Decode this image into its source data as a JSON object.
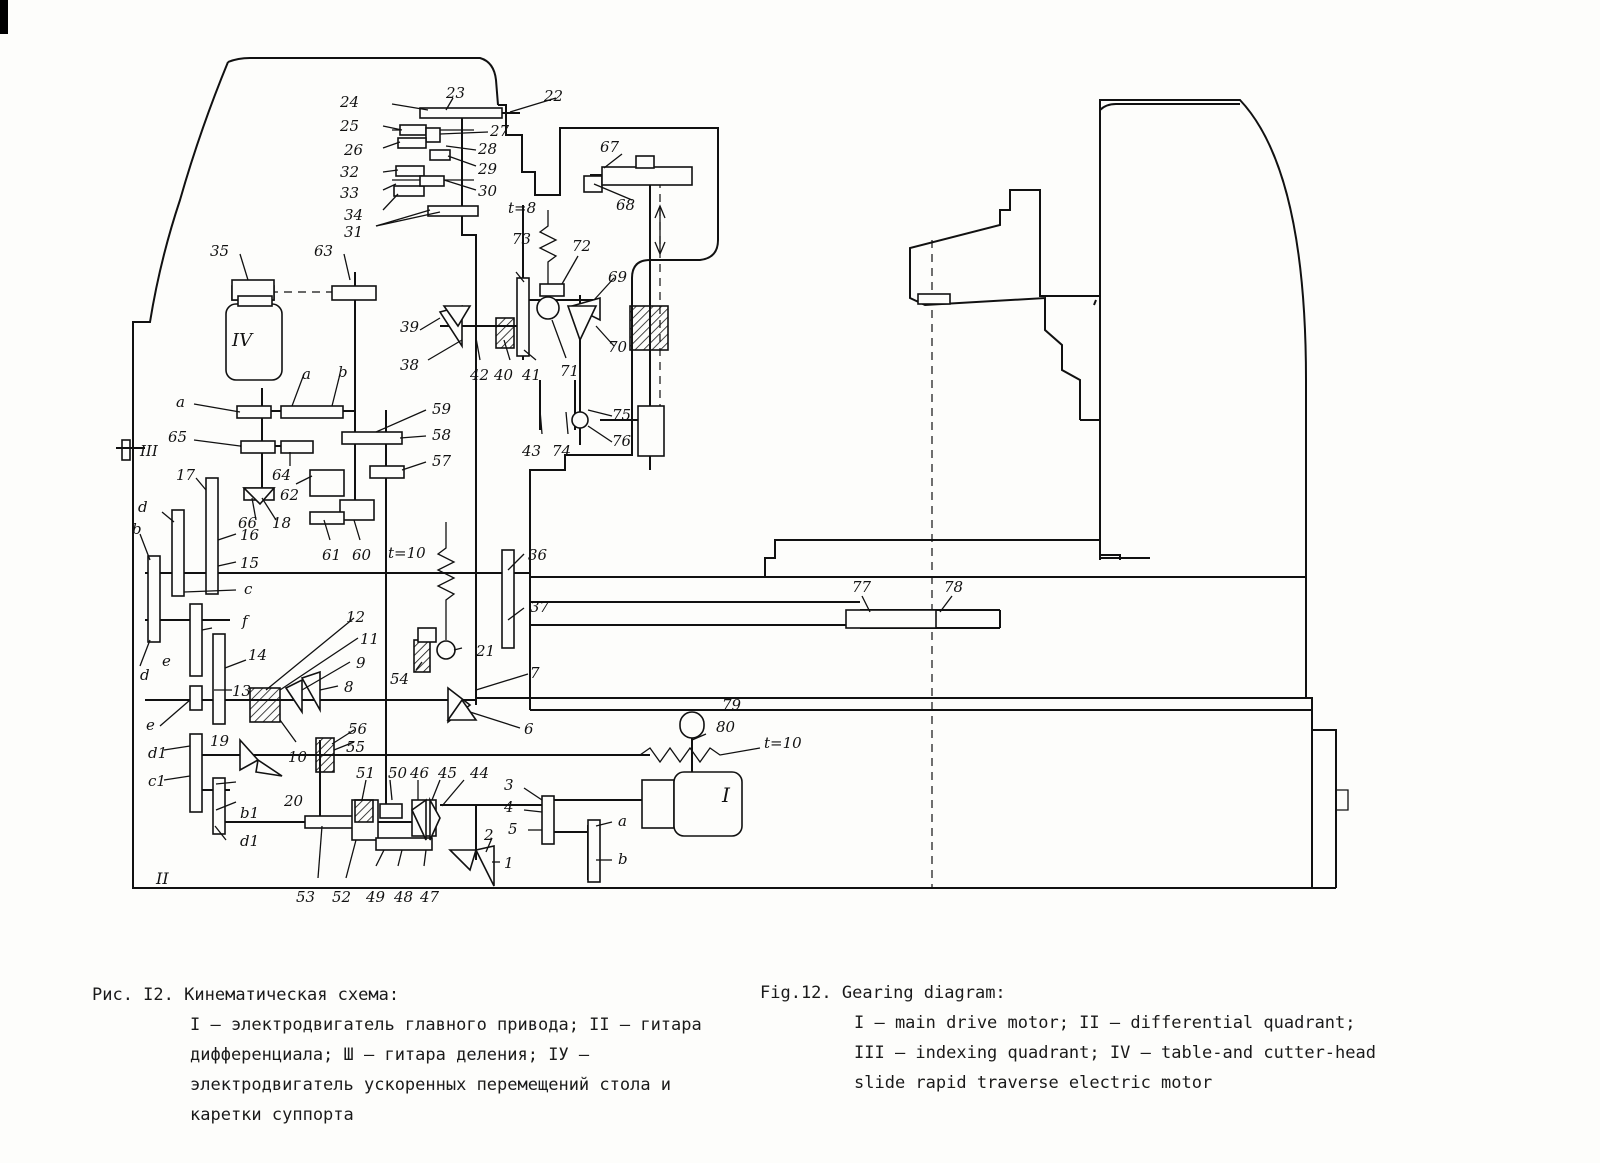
{
  "figure": {
    "roman_labels": {
      "motor_main": "I",
      "diff_quadrant": "II",
      "index_quadrant": "III",
      "motor_rapid": "IV"
    },
    "pitch_labels": [
      "t=8",
      "t=10",
      "t=10"
    ],
    "change_gear_labels": [
      "a",
      "b",
      "a",
      "b",
      "c",
      "d",
      "d",
      "f",
      "e",
      "e",
      "d1",
      "c1",
      "b1",
      "d1",
      "a",
      "b"
    ],
    "gear_numbers": [
      "1",
      "2",
      "3",
      "4",
      "5",
      "6",
      "7",
      "8",
      "9",
      "10",
      "11",
      "12",
      "13",
      "14",
      "15",
      "16",
      "17",
      "18",
      "19",
      "20",
      "21",
      "22",
      "23",
      "24",
      "25",
      "26",
      "27",
      "28",
      "29",
      "30",
      "31",
      "32",
      "33",
      "34",
      "35",
      "36",
      "37",
      "38",
      "39",
      "40",
      "41",
      "42",
      "43",
      "44",
      "45",
      "46",
      "47",
      "48",
      "49",
      "50",
      "51",
      "52",
      "53",
      "54",
      "55",
      "56",
      "57",
      "58",
      "59",
      "60",
      "61",
      "62",
      "63",
      "64",
      "65",
      "66",
      "67",
      "68",
      "69",
      "70",
      "71",
      "72",
      "73",
      "74",
      "75",
      "76",
      "77",
      "78",
      "79",
      "80"
    ]
  },
  "caption_ru": {
    "label": "Рис. I2.",
    "title": "Кинематическая схема:",
    "body": "I – электродвигатель главного привода; II – гитара дифференциала; Ш – гитара деления; IУ – электродвигатель ускоренных перемещений стола и каретки суппорта"
  },
  "caption_en": {
    "label": "Fig.12.",
    "title": "Gearing diagram:",
    "body": "I – main drive motor; II – differential quadrant; III – indexing quadrant; IV – table-and cutter-head slide rapid traverse electric motor"
  }
}
